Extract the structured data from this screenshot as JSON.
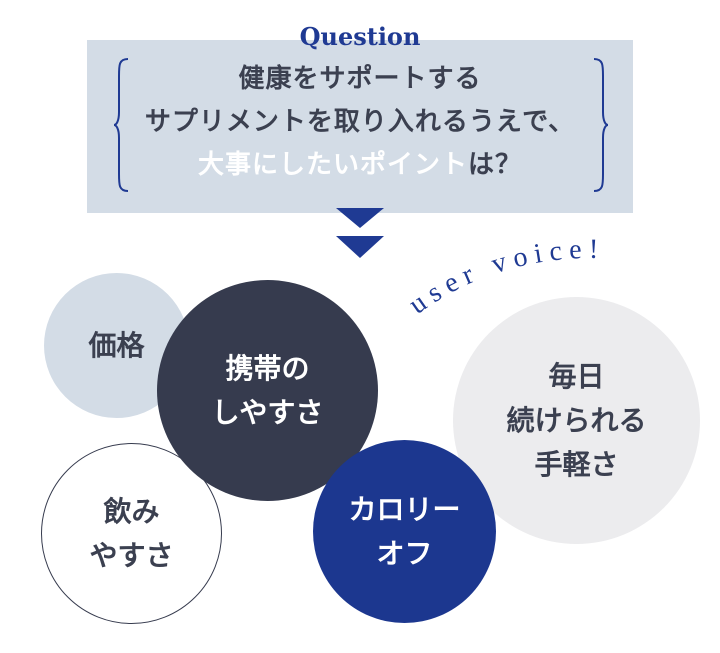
{
  "question": {
    "label": "Question",
    "line1": "健康をサポートする",
    "line2": "サプリメントを取り入れるうえで、",
    "line3_highlight": "大事にしたいポイント",
    "line3_rest": "は？"
  },
  "user_voice": "user voice!",
  "bubbles": {
    "price": "価格",
    "portability": "携帯の\nしやすさ",
    "easy_to_drink": "飲み\nやすさ",
    "daily": "毎日\n続けられる\n手軽さ",
    "calorie_off": "カロリー\nオフ"
  },
  "colors": {
    "navy": "#1f3a93",
    "dark_slate": "#363b4e",
    "light_blue_gray": "#d3dce6",
    "light_gray": "#ececee",
    "royal_blue": "#1c378f"
  }
}
